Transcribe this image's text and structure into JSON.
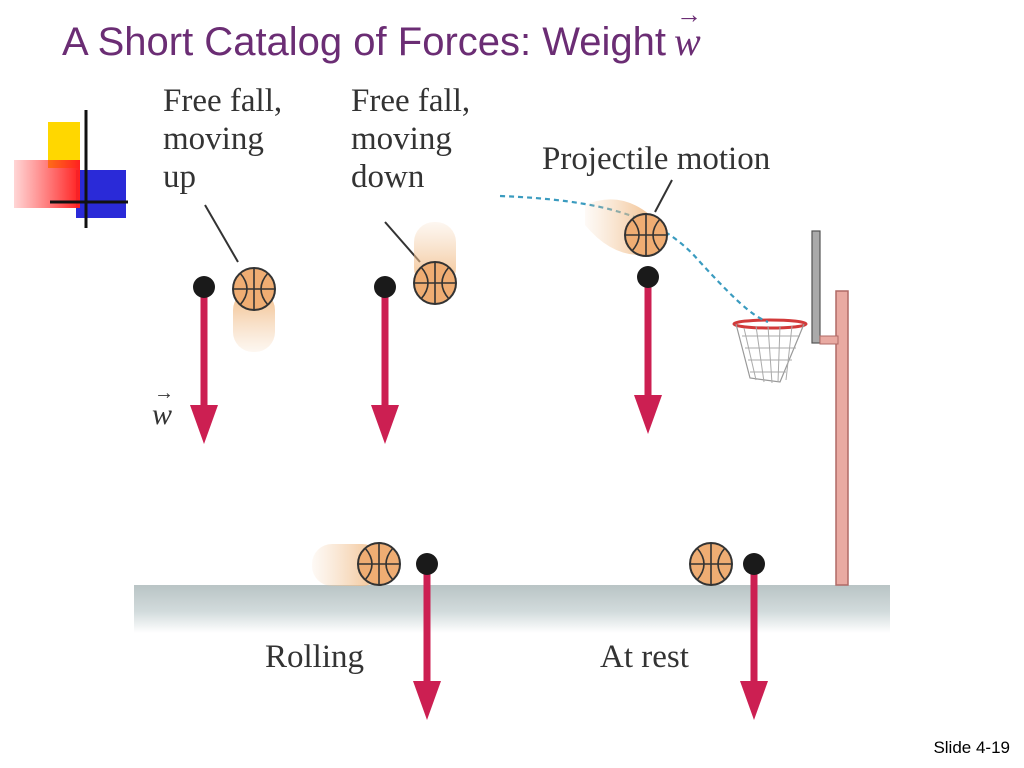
{
  "title": "A Short Catalog of Forces: Weight",
  "title_vector_symbol": "w",
  "weight_label": "w",
  "labels": {
    "free_fall_up": [
      "Free fall,",
      "moving",
      "up"
    ],
    "free_fall_down": [
      "Free fall,",
      "moving",
      "down"
    ],
    "projectile": "Projectile motion",
    "rolling": "Rolling",
    "at_rest": "At rest"
  },
  "slide_number": "Slide 4-19",
  "colors": {
    "title": "#6b2d74",
    "arrow": "#cc1f52",
    "ball": "#e8a468",
    "ground": "#c4cfd0",
    "pole": "#e8a8a0",
    "trajectory": "#3a9bbf"
  }
}
